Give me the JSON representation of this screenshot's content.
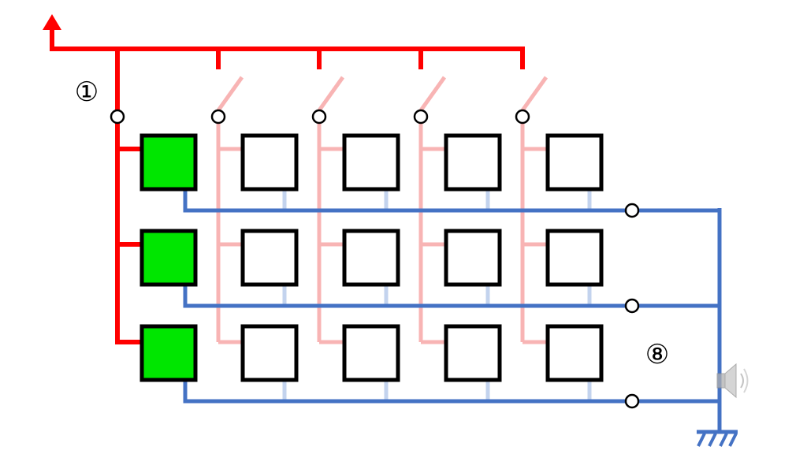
{
  "labels": {
    "top_left": "①",
    "bottom_right": "⑧"
  },
  "colors": {
    "supply": "#ff0000",
    "supply_faded": "#f8b4b4",
    "ground": "#4472c4",
    "ground_faded": "#c3d3ee",
    "cell_on": "#00e600",
    "cell_off": "#ffffff",
    "cell_border": "#000000"
  },
  "grid": {
    "rows": 3,
    "columns": 5,
    "active_column": 1
  },
  "icons": {
    "speaker": "speaker-icon",
    "ground": "ground-icon",
    "arrow": "arrow-up-icon"
  }
}
